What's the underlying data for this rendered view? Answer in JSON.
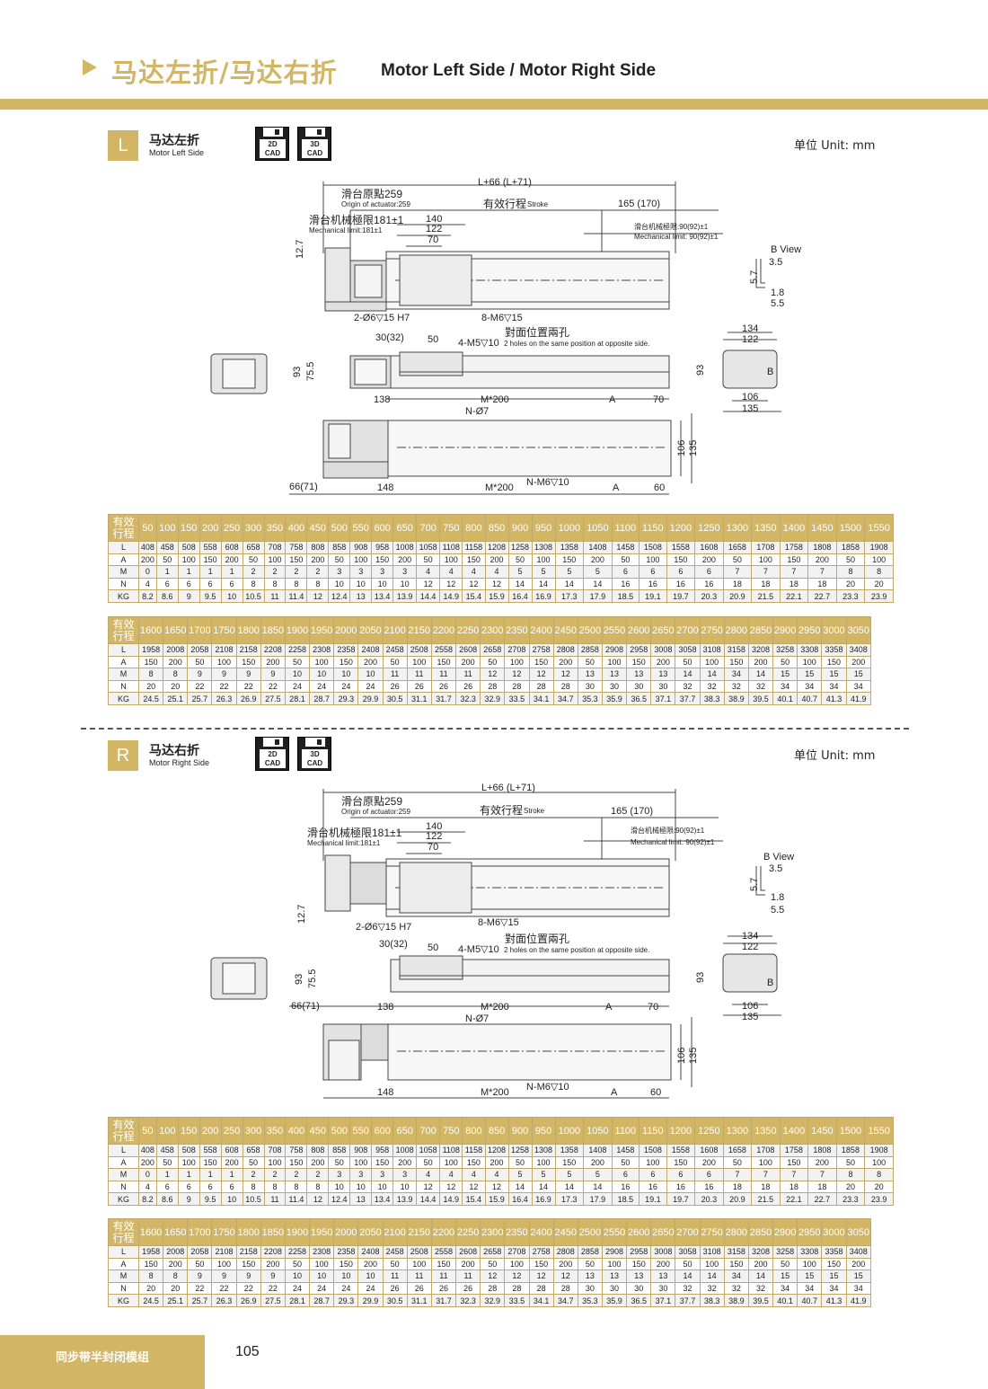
{
  "header": {
    "title_cn": "马达左折/马达右折",
    "title_en": "Motor Left Side / Motor Right Side"
  },
  "colors": {
    "accent": "#d3b566"
  },
  "sections": [
    {
      "badge": "L",
      "title_cn": "马达左折",
      "title_en": "Motor Left Side",
      "cad_2d": "2D",
      "cad_3d": "3D",
      "cad_word": "CAD",
      "unit": "单位 Unit: mm"
    },
    {
      "badge": "R",
      "title_cn": "马达右折",
      "title_en": "Motor Right Side",
      "cad_2d": "2D",
      "cad_3d": "3D",
      "cad_word": "CAD",
      "unit": "单位 Unit: mm"
    }
  ],
  "drawing": {
    "total_len": "L+66 (L+71)",
    "origin_cn": "滑台原點259",
    "origin_en": "Origin of actuator:259",
    "stroke_cn": "有效行程",
    "stroke_en": "Stroke",
    "end_len": "165 (170)",
    "mech_cn": "滑台机械極限181±1",
    "mech_en": "Mechanical limit:181±1",
    "mech_r_cn": "滑台机械極限:90(92)±1",
    "mech_r_en": "Mechanical limit: 90(92)±1",
    "d140": "140",
    "d122": "122",
    "d70": "70",
    "d12_7": "12.7",
    "hole1": "2-Ø6▽15 H7",
    "hole2": "8-M6▽15",
    "opp_cn": "對面位置兩孔",
    "opp_en": "2 holes on the same position at opposite side.",
    "hole3": "4-M5▽10",
    "d30": "30(32)",
    "d50": "50",
    "d93": "93",
    "d75_5": "75.5",
    "bview": "B View",
    "d3_5": "3.5",
    "d5_7": "5.7",
    "d1_8": "1.8",
    "d5_5": "5.5",
    "d134": "134",
    "d122b": "122",
    "d106": "106",
    "d135": "135",
    "b": "B",
    "d138": "138",
    "m200": "M*200",
    "a": "A",
    "d70b": "70",
    "n07": "N-Ø7",
    "d66": "66(71)",
    "d148": "148",
    "nm6": "N-M6▽10",
    "d60": "60"
  },
  "tables": {
    "row_header": "有效\n行程",
    "row_labels": [
      "L",
      "A",
      "M",
      "N",
      "KG"
    ],
    "t1": {
      "strokes": [
        "50",
        "100",
        "150",
        "200",
        "250",
        "300",
        "350",
        "400",
        "450",
        "500",
        "550",
        "600",
        "650",
        "700",
        "750",
        "800",
        "850",
        "900",
        "950",
        "1000",
        "1050",
        "1100",
        "1150",
        "1200",
        "1250",
        "1300",
        "1350",
        "1400",
        "1450",
        "1500",
        "1550"
      ],
      "rows": [
        [
          "408",
          "458",
          "508",
          "558",
          "608",
          "658",
          "708",
          "758",
          "808",
          "858",
          "908",
          "958",
          "1008",
          "1058",
          "1108",
          "1158",
          "1208",
          "1258",
          "1308",
          "1358",
          "1408",
          "1458",
          "1508",
          "1558",
          "1608",
          "1658",
          "1708",
          "1758",
          "1808",
          "1858",
          "1908"
        ],
        [
          "200",
          "50",
          "100",
          "150",
          "200",
          "50",
          "100",
          "150",
          "200",
          "50",
          "100",
          "150",
          "200",
          "50",
          "100",
          "150",
          "200",
          "50",
          "100",
          "150",
          "200",
          "50",
          "100",
          "150",
          "200",
          "50",
          "100",
          "150",
          "200",
          "50",
          "100"
        ],
        [
          "0",
          "1",
          "1",
          "1",
          "1",
          "2",
          "2",
          "2",
          "2",
          "3",
          "3",
          "3",
          "3",
          "4",
          "4",
          "4",
          "4",
          "5",
          "5",
          "5",
          "5",
          "6",
          "6",
          "6",
          "6",
          "7",
          "7",
          "7",
          "7",
          "8",
          "8"
        ],
        [
          "4",
          "6",
          "6",
          "6",
          "6",
          "8",
          "8",
          "8",
          "8",
          "10",
          "10",
          "10",
          "10",
          "12",
          "12",
          "12",
          "12",
          "14",
          "14",
          "14",
          "14",
          "16",
          "16",
          "16",
          "16",
          "18",
          "18",
          "18",
          "18",
          "20",
          "20"
        ],
        [
          "8.2",
          "8.6",
          "9",
          "9.5",
          "10",
          "10.5",
          "11",
          "11.4",
          "12",
          "12.4",
          "13",
          "13.4",
          "13.9",
          "14.4",
          "14.9",
          "15.4",
          "15.9",
          "16.4",
          "16.9",
          "17.3",
          "17.9",
          "18.5",
          "19.1",
          "19.7",
          "20.3",
          "20.9",
          "21.5",
          "22.1",
          "22.7",
          "23.3",
          "23.9"
        ]
      ]
    },
    "t2": {
      "strokes": [
        "1600",
        "1650",
        "1700",
        "1750",
        "1800",
        "1850",
        "1900",
        "1950",
        "2000",
        "2050",
        "2100",
        "2150",
        "2200",
        "2250",
        "2300",
        "2350",
        "2400",
        "2450",
        "2500",
        "2550",
        "2600",
        "2650",
        "2700",
        "2750",
        "2800",
        "2850",
        "2900",
        "2950",
        "3000",
        "3050"
      ],
      "rows": [
        [
          "1958",
          "2008",
          "2058",
          "2108",
          "2158",
          "2208",
          "2258",
          "2308",
          "2358",
          "2408",
          "2458",
          "2508",
          "2558",
          "2608",
          "2658",
          "2708",
          "2758",
          "2808",
          "2858",
          "2908",
          "2958",
          "3008",
          "3058",
          "3108",
          "3158",
          "3208",
          "3258",
          "3308",
          "3358",
          "3408"
        ],
        [
          "150",
          "200",
          "50",
          "100",
          "150",
          "200",
          "50",
          "100",
          "150",
          "200",
          "50",
          "100",
          "150",
          "200",
          "50",
          "100",
          "150",
          "200",
          "50",
          "100",
          "150",
          "200",
          "50",
          "100",
          "150",
          "200",
          "50",
          "100",
          "150",
          "200"
        ],
        [
          "8",
          "8",
          "9",
          "9",
          "9",
          "9",
          "10",
          "10",
          "10",
          "10",
          "11",
          "11",
          "11",
          "11",
          "12",
          "12",
          "12",
          "12",
          "13",
          "13",
          "13",
          "13",
          "14",
          "14",
          "34",
          "14",
          "15",
          "15",
          "15",
          "15"
        ],
        [
          "20",
          "20",
          "22",
          "22",
          "22",
          "22",
          "24",
          "24",
          "24",
          "24",
          "26",
          "26",
          "26",
          "26",
          "28",
          "28",
          "28",
          "28",
          "30",
          "30",
          "30",
          "30",
          "32",
          "32",
          "32",
          "32",
          "34",
          "34",
          "34",
          "34"
        ],
        [
          "24.5",
          "25.1",
          "25.7",
          "26.3",
          "26.9",
          "27.5",
          "28.1",
          "28.7",
          "29.3",
          "29.9",
          "30.5",
          "31.1",
          "31.7",
          "32.3",
          "32.9",
          "33.5",
          "34.1",
          "34.7",
          "35.3",
          "35.9",
          "36.5",
          "37.1",
          "37.7",
          "38.3",
          "38.9",
          "39.5",
          "40.1",
          "40.7",
          "41.3",
          "41.9"
        ]
      ]
    }
  },
  "footer": {
    "series": "同步带半封闭模组",
    "page": "105"
  }
}
